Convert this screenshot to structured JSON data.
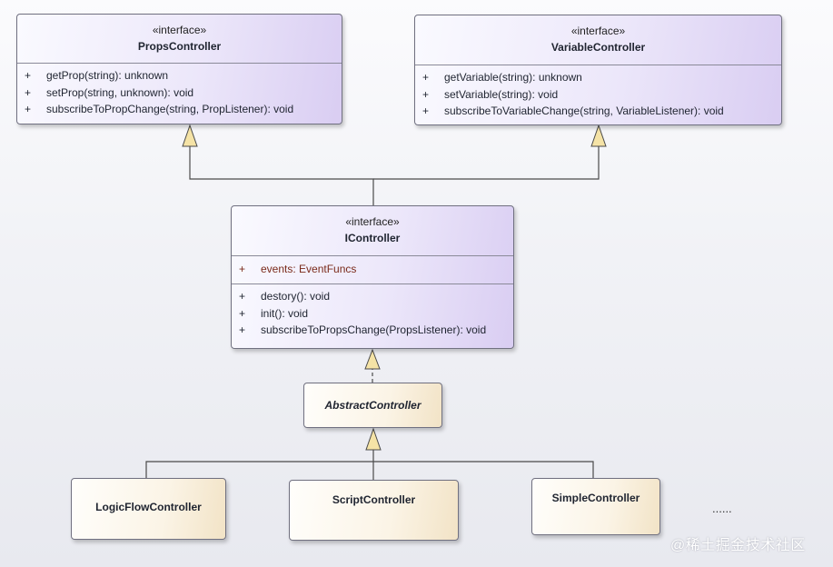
{
  "interfaces": {
    "props_controller": {
      "stereotype": "«interface»",
      "name": "PropsController",
      "operations": [
        {
          "vis": "+",
          "sig": "getProp(string): unknown"
        },
        {
          "vis": "+",
          "sig": "setProp(string, unknown): void"
        },
        {
          "vis": "+",
          "sig": "subscribeToPropChange(string, PropListener): void"
        }
      ]
    },
    "variable_controller": {
      "stereotype": "«interface»",
      "name": "VariableController",
      "operations": [
        {
          "vis": "+",
          "sig": "getVariable(string): unknown"
        },
        {
          "vis": "+",
          "sig": "setVariable(string): void"
        },
        {
          "vis": "+",
          "sig": "subscribeToVariableChange(string, VariableListener): void"
        }
      ]
    },
    "icontroller": {
      "stereotype": "«interface»",
      "name": "IController",
      "attributes": [
        {
          "vis": "+",
          "sig": "events: EventFuncs"
        }
      ],
      "operations": [
        {
          "vis": "+",
          "sig": "destory(): void"
        },
        {
          "vis": "+",
          "sig": "init(): void"
        },
        {
          "vis": "+",
          "sig": "subscribeToPropsChange(PropsListener): void"
        }
      ]
    }
  },
  "classes": {
    "abstract_controller": "AbstractController",
    "logic_flow_controller": "LogicFlowController",
    "script_controller": "ScriptController",
    "simple_controller": "SimpleController"
  },
  "ellipsis": "......",
  "watermark": "@稀土掘金技术社区",
  "colors": {
    "interface_fill": "#d9cdf2",
    "class_fill": "#f2e3c6",
    "line": "#4a4a4a",
    "arrowhead_fill": "#f5e3a6",
    "attribute_text": "#7a2a1a"
  }
}
